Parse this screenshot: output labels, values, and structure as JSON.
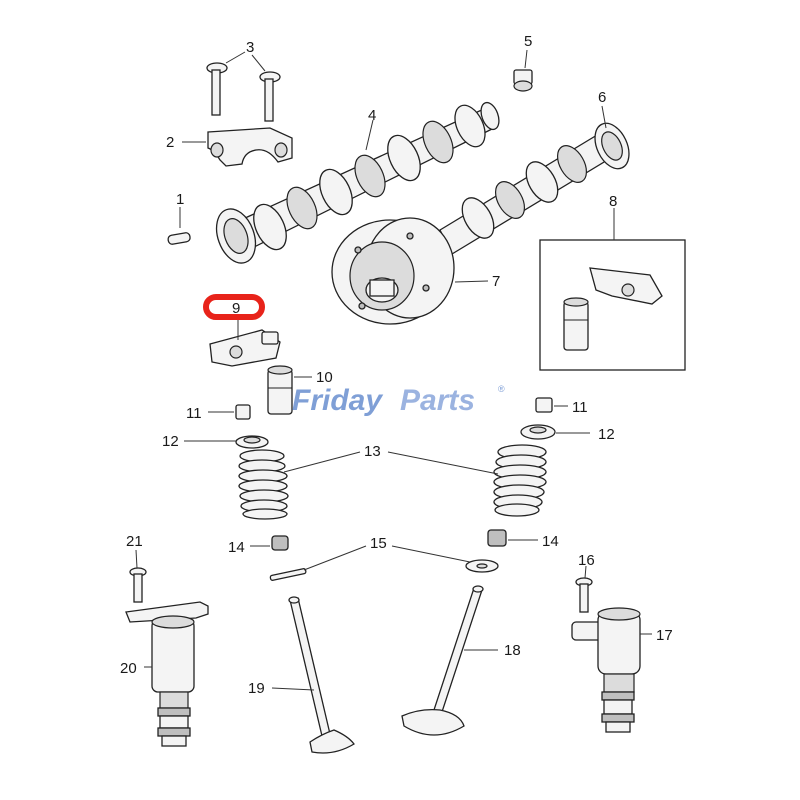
{
  "callouts": {
    "c1": "1",
    "c2": "2",
    "c3": "3",
    "c4": "4",
    "c5": "5",
    "c6": "6",
    "c7": "7",
    "c8": "8",
    "c9": "9",
    "c10": "10",
    "c11a": "11",
    "c11b": "11",
    "c12a": "12",
    "c12b": "12",
    "c13": "13",
    "c14a": "14",
    "c14b": "14",
    "c15": "15",
    "c16": "16",
    "c17": "17",
    "c18": "18",
    "c19": "19",
    "c20": "20",
    "c21": "21"
  },
  "watermark": {
    "part1": "Friday",
    "part2": "Parts",
    "reg": "®"
  },
  "highlight": {
    "color": "#e8231a"
  }
}
